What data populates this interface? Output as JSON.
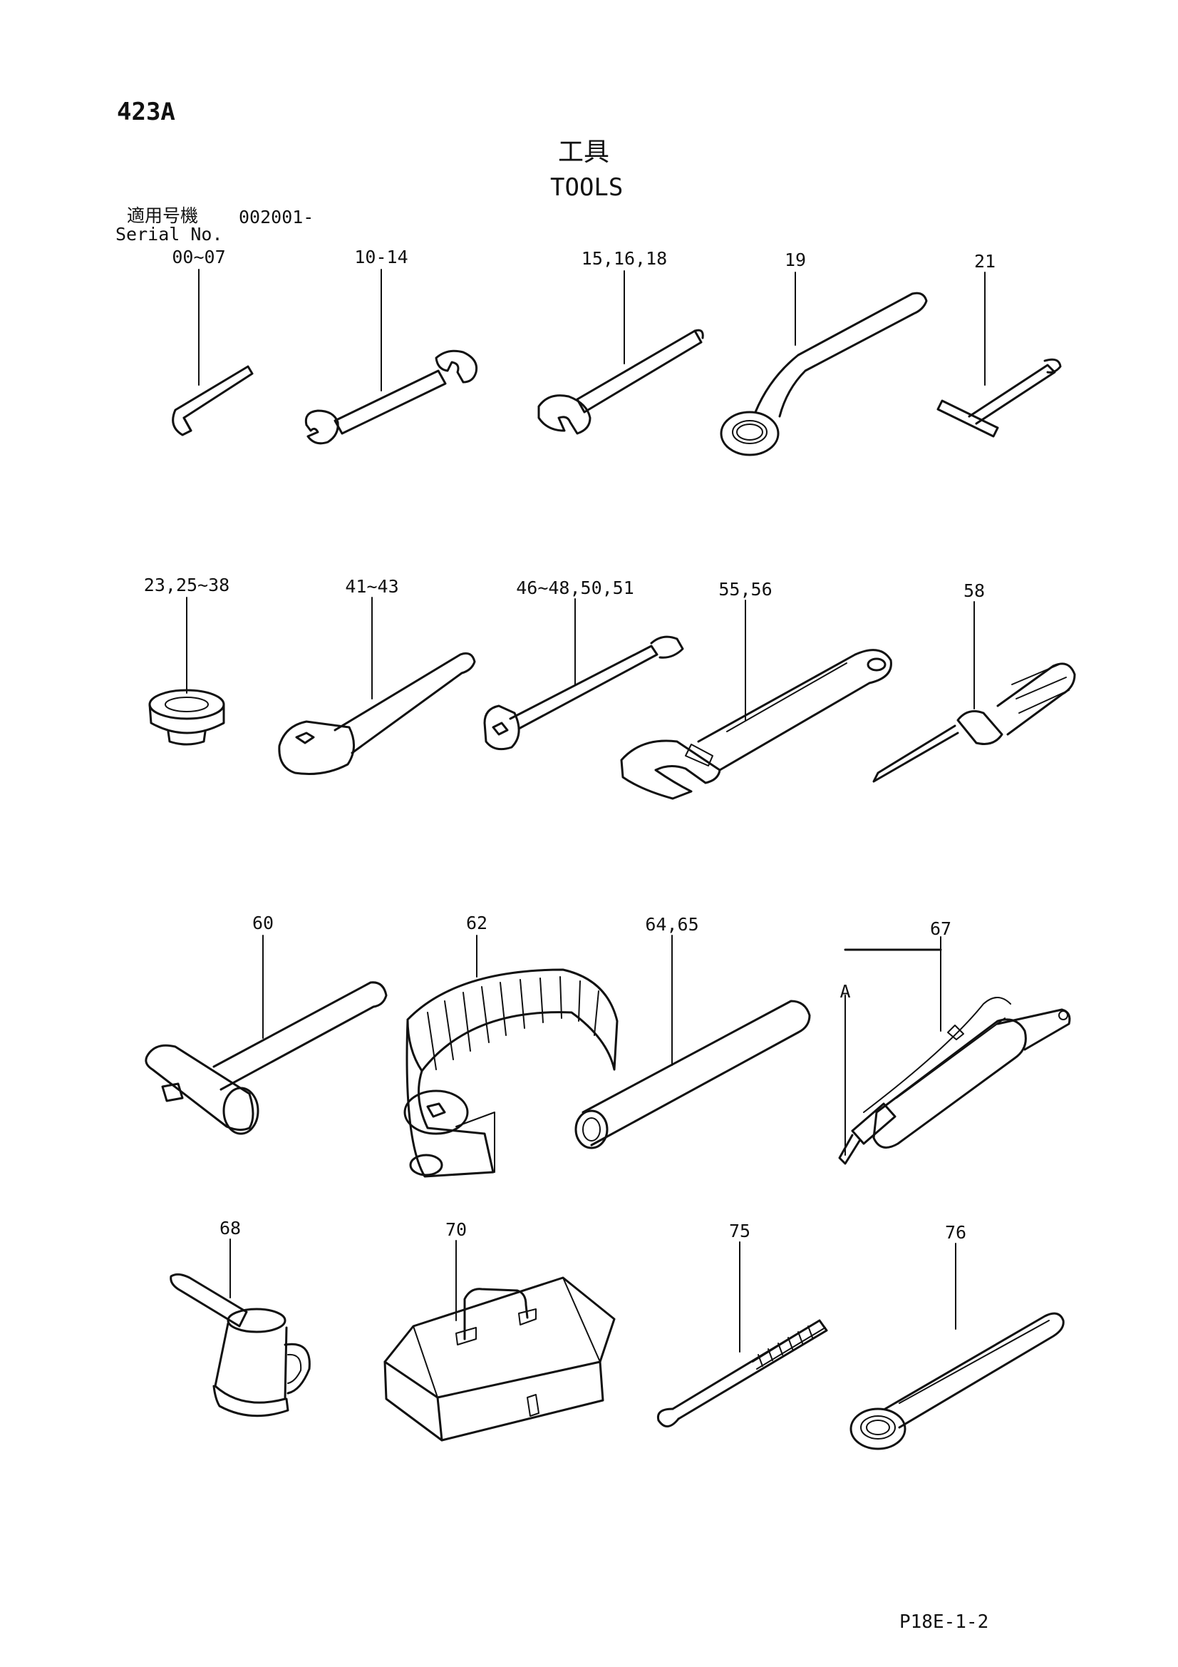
{
  "header": {
    "plate_id": "423A",
    "title_jp": "工具",
    "title_en": "TOOLS",
    "serial_label_jp": "適用号機",
    "serial_value": "002001-",
    "serial_label_en": "Serial No."
  },
  "callouts": [
    {
      "id": "c1",
      "label": "00~07"
    },
    {
      "id": "c2",
      "label": "10-14"
    },
    {
      "id": "c3",
      "label": "15,16,18"
    },
    {
      "id": "c4",
      "label": "19"
    },
    {
      "id": "c5",
      "label": "21"
    },
    {
      "id": "c6",
      "label": "23,25~38"
    },
    {
      "id": "c7",
      "label": "41~43"
    },
    {
      "id": "c8",
      "label": "46~48,50,51"
    },
    {
      "id": "c9",
      "label": "55,56"
    },
    {
      "id": "c10",
      "label": "58"
    },
    {
      "id": "c11",
      "label": "60"
    },
    {
      "id": "c12",
      "label": "62"
    },
    {
      "id": "c13",
      "label": "64,65"
    },
    {
      "id": "c14",
      "label": "67"
    },
    {
      "id": "c15",
      "label": "A"
    },
    {
      "id": "c16",
      "label": "68"
    },
    {
      "id": "c17",
      "label": "70"
    },
    {
      "id": "c18",
      "label": "75"
    },
    {
      "id": "c19",
      "label": "76"
    }
  ],
  "footer": {
    "page_ref": "P18E-1-2"
  }
}
